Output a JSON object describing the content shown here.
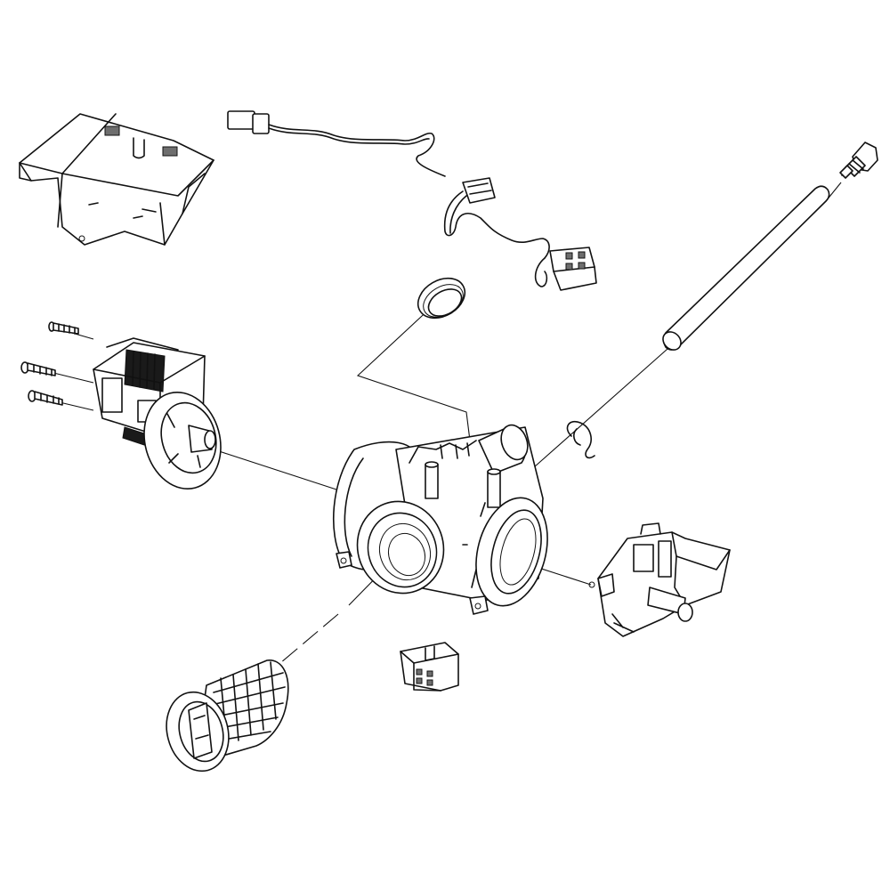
{
  "diagram": {
    "parts": [
      {
        "id": "cover",
        "icon": "cover-bracket-icon"
      },
      {
        "id": "wire-harness",
        "icon": "wire-harness-icon"
      },
      {
        "id": "hose",
        "icon": "hose-icon"
      },
      {
        "id": "seal-ring",
        "icon": "seal-ring-icon"
      },
      {
        "id": "screws",
        "icon": "screw-icon"
      },
      {
        "id": "drain-pump-motor",
        "icon": "pump-motor-icon"
      },
      {
        "id": "hose-clamp",
        "icon": "clamp-icon"
      },
      {
        "id": "pump-housing",
        "icon": "pump-housing-icon"
      },
      {
        "id": "actuator",
        "icon": "actuator-icon"
      },
      {
        "id": "connector-block",
        "icon": "connector-block-icon"
      },
      {
        "id": "filter",
        "icon": "filter-icon"
      }
    ]
  }
}
